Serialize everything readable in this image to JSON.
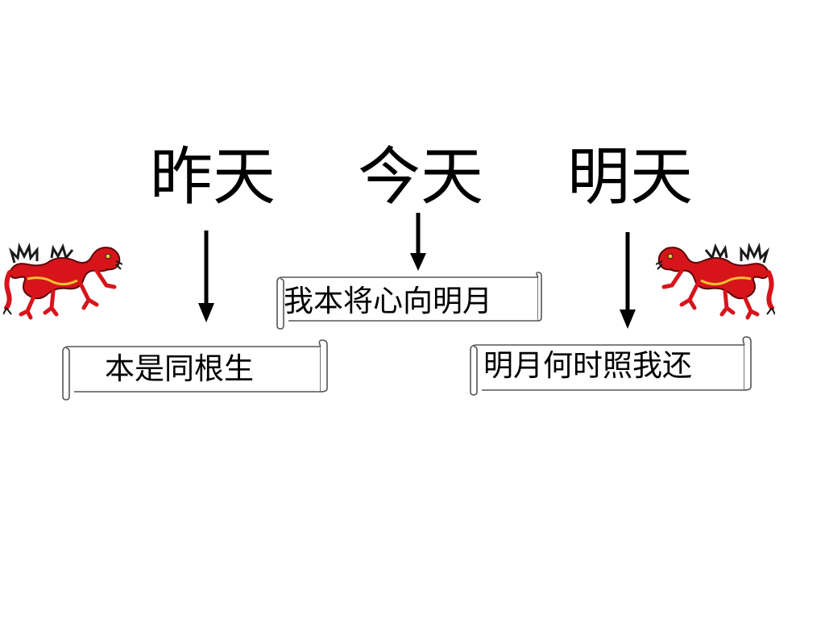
{
  "headings": {
    "yesterday": "昨天",
    "today": "今天",
    "tomorrow": "明天"
  },
  "scrolls": {
    "yesterday": "本是同根生",
    "today": "我本将心向明月",
    "tomorrow": "明月何时照我还"
  },
  "colors": {
    "text": "#000000",
    "dragon_red": "#d8141b",
    "dragon_dark": "#1a1a1a",
    "dragon_gold": "#f2c230"
  },
  "icons": {
    "dragon": "dragon-icon",
    "arrow": "down-arrow-icon",
    "scroll": "scroll-banner-icon"
  }
}
